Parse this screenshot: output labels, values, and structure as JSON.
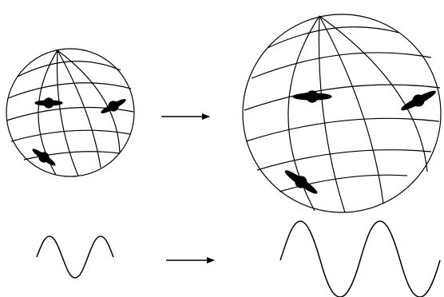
{
  "figure": {
    "stroke_color": "#000000",
    "background_color": "#ffffff",
    "panels": [
      {
        "name": "small-sphere",
        "grid": "latitude-longitude",
        "marked_points": 3,
        "marker": "black-dot-with-propeller-blades"
      },
      {
        "name": "large-sphere",
        "grid": "latitude-longitude",
        "marked_points": 3,
        "marker": "black-dot-with-propeller-blades"
      }
    ],
    "waves": [
      {
        "name": "small-wave",
        "cycles": 2
      },
      {
        "name": "large-wave",
        "cycles": 2
      }
    ],
    "arrows": [
      {
        "name": "sphere-arrow",
        "direction": "right"
      },
      {
        "name": "wave-arrow",
        "direction": "right"
      }
    ]
  }
}
